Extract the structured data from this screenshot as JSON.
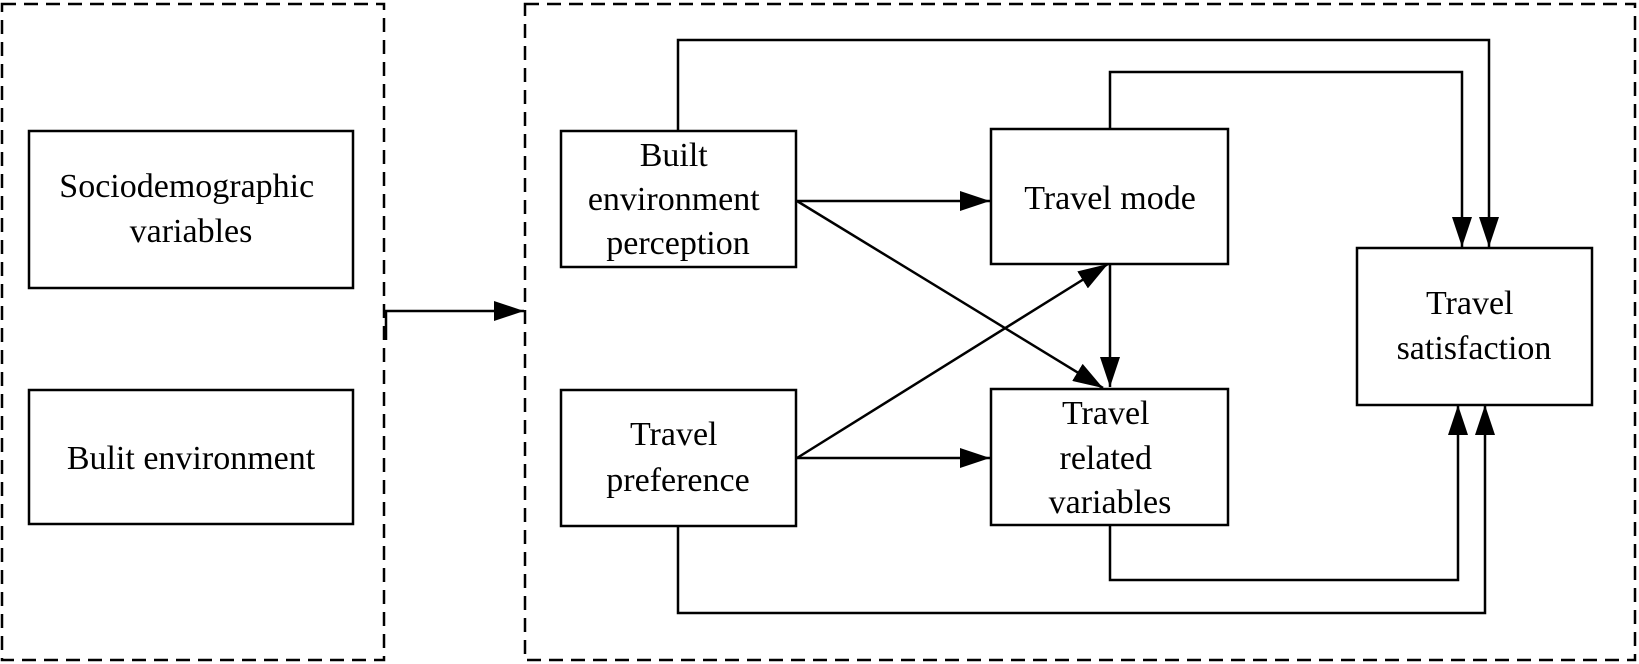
{
  "diagram": {
    "nodes": {
      "sociodemographic": {
        "lines": [
          "Sociodemographic",
          "variables"
        ]
      },
      "bulit_environment": {
        "lines": [
          "Bulit environment"
        ]
      },
      "built_environment_perception": {
        "lines": [
          "Built",
          "environment",
          "perception"
        ]
      },
      "travel_preference": {
        "lines": [
          "Travel",
          "preference"
        ]
      },
      "travel_mode": {
        "lines": [
          "Travel mode"
        ]
      },
      "travel_related_variables": {
        "lines": [
          "Travel",
          "related",
          "variables"
        ]
      },
      "travel_satisfaction": {
        "lines": [
          "Travel",
          "satisfaction"
        ]
      }
    },
    "edges": [
      {
        "from": "exogenous-group",
        "to": "model-group"
      },
      {
        "from": "built_environment_perception",
        "to": "travel_mode"
      },
      {
        "from": "built_environment_perception",
        "to": "travel_related_variables"
      },
      {
        "from": "built_environment_perception",
        "to": "travel_satisfaction"
      },
      {
        "from": "travel_preference",
        "to": "travel_mode"
      },
      {
        "from": "travel_preference",
        "to": "travel_related_variables"
      },
      {
        "from": "travel_preference",
        "to": "travel_satisfaction"
      },
      {
        "from": "travel_mode",
        "to": "travel_related_variables"
      },
      {
        "from": "travel_mode",
        "to": "travel_satisfaction"
      },
      {
        "from": "travel_related_variables",
        "to": "travel_satisfaction"
      }
    ],
    "colors": {
      "stroke": "#000000",
      "fill": "#ffffff"
    }
  }
}
